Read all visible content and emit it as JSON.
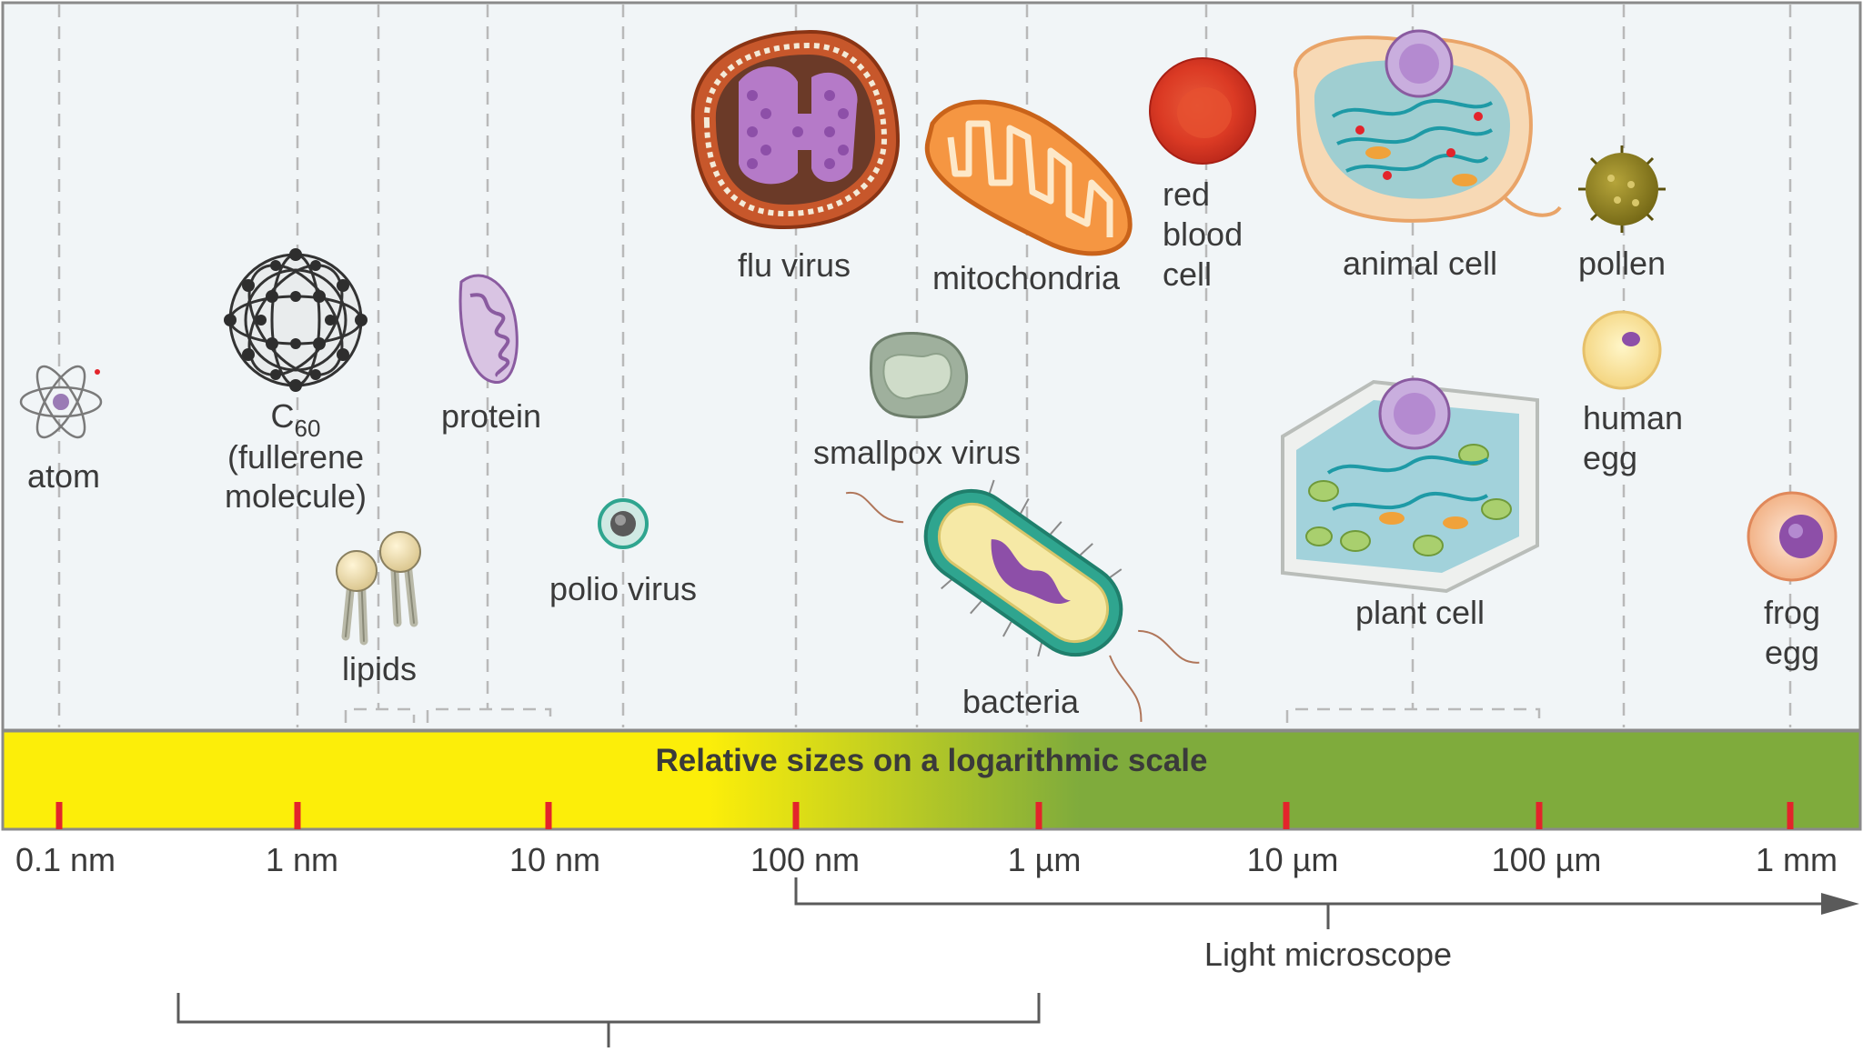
{
  "labels": {
    "atom": "atom",
    "c60_main": "C",
    "c60_sub": "60",
    "c60_line2": "(fullerene",
    "c60_line3": "molecule)",
    "protein": "protein",
    "lipids": "lipids",
    "polio_virus": "polio virus",
    "flu_virus": "flu virus",
    "smallpox_virus": "smallpox virus",
    "mitochondria": "mitochondria",
    "bacteria": "bacteria",
    "red_blood_cell": [
      "red",
      "blood",
      "cell"
    ],
    "animal_cell": "animal cell",
    "plant_cell": "plant cell",
    "pollen": "pollen",
    "human_egg": [
      "human",
      "egg"
    ],
    "frog_egg": [
      "frog",
      "egg"
    ]
  },
  "scale_bar": {
    "title": "Relative sizes on a logarithmic scale",
    "ticks": [
      "0.1 nm",
      "1 nm",
      "10 nm",
      "100 nm",
      "1 µm",
      "10 µm",
      "100 µm",
      "1 mm"
    ]
  },
  "range_labels": {
    "light_microscope": "Light microscope"
  },
  "colors": {
    "scale_yellow": "#fcee09",
    "scale_green": "#7fab3c",
    "tick_red": "#e3242b",
    "panel_bg": "#f1f5f7",
    "panel_border": "#8a8a8a",
    "dashed_line": "#b9b9b9",
    "text": "#3a3a3a"
  }
}
